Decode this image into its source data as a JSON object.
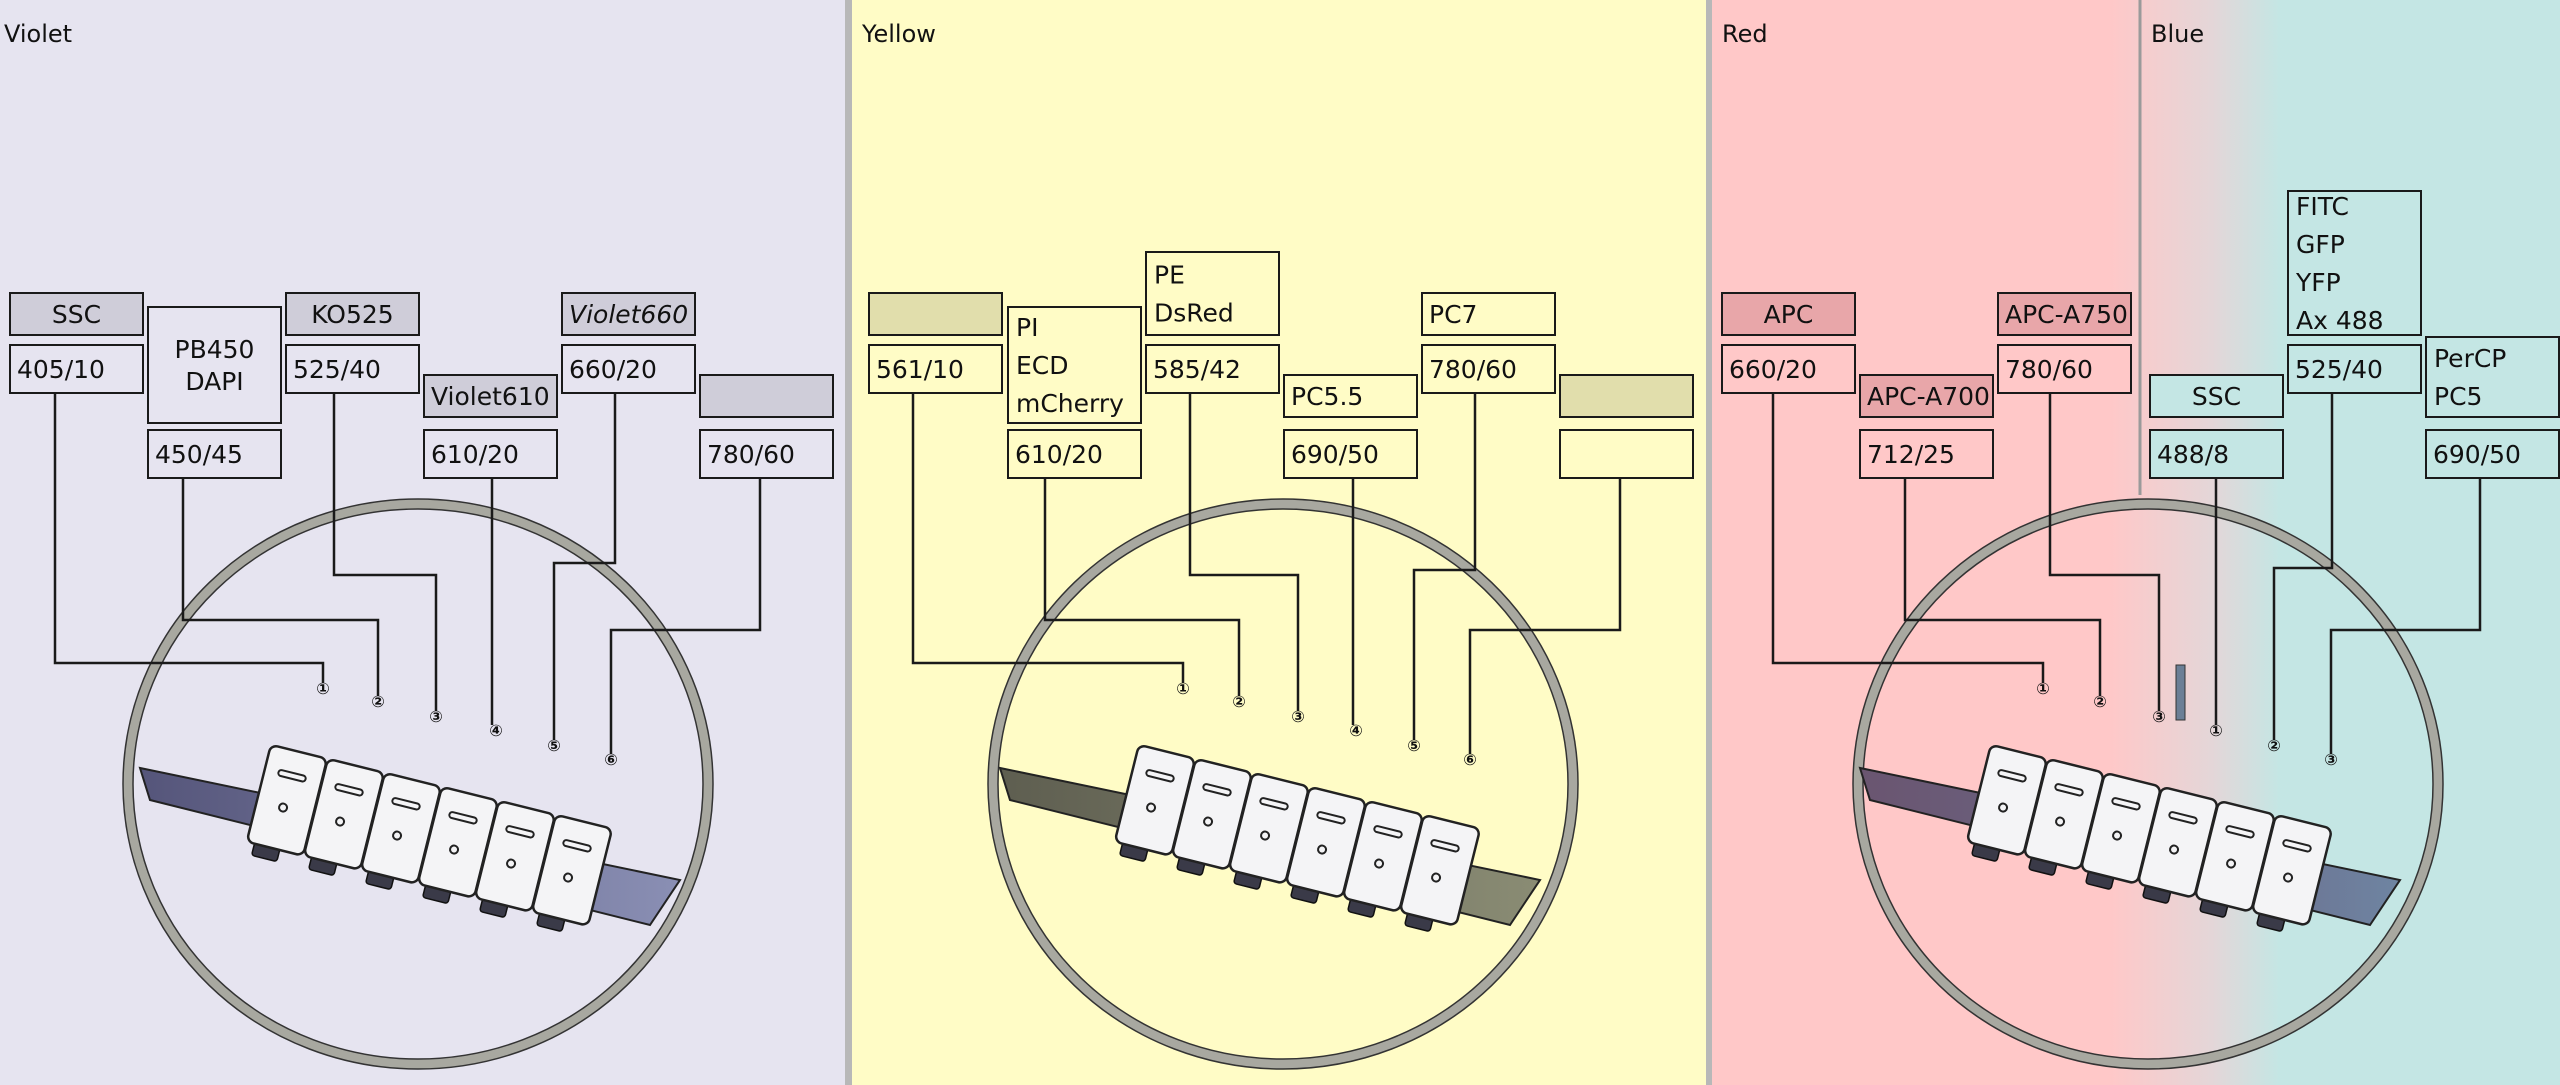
{
  "colors": {
    "violet_bg": "#e6e4f0",
    "yellow_bg": "#fffcc6",
    "red_bg": "#ffc8c8",
    "blue_bg": "#c4e6e4",
    "blank_violet_box": "#cfcdd9",
    "blank_yellow_box": "#e1deac",
    "leader_line": "#1a1a1a",
    "circle": "#a8a8a0"
  },
  "panels": [
    {
      "title": "Violet",
      "boxes": [
        {
          "lines": [
            "SSC"
          ],
          "filled": true
        },
        {
          "lines": [
            "405/10"
          ]
        },
        {
          "lines": [
            "PB450",
            "DAPI"
          ]
        },
        {
          "lines": [
            "450/45"
          ]
        },
        {
          "lines": [
            "KO525"
          ],
          "filled": true
        },
        {
          "lines": [
            "525/40"
          ]
        },
        {
          "lines": [
            "Violet610"
          ],
          "filled": true
        },
        {
          "lines": [
            "610/20"
          ]
        },
        {
          "lines": [
            "Violet660"
          ],
          "filled": true,
          "italic": true
        },
        {
          "lines": [
            "660/20"
          ]
        },
        {
          "lines": [],
          "filled": true
        },
        {
          "lines": [
            "780/60"
          ]
        }
      ],
      "numbers": [
        "①",
        "②",
        "③",
        "④",
        "⑤",
        "⑥"
      ]
    },
    {
      "title": "Yellow",
      "boxes": [
        {
          "lines": [],
          "filled": true
        },
        {
          "lines": [
            "561/10"
          ]
        },
        {
          "lines": [
            "PI",
            "ECD",
            "mCherry"
          ]
        },
        {
          "lines": [
            "610/20"
          ]
        },
        {
          "lines": [
            "PE",
            "DsRed"
          ]
        },
        {
          "lines": [
            "585/42"
          ]
        },
        {
          "lines": [
            "PC5.5"
          ]
        },
        {
          "lines": [
            "690/50"
          ]
        },
        {
          "lines": [
            "PC7"
          ]
        },
        {
          "lines": [
            "780/60"
          ]
        },
        {
          "lines": [],
          "filled": true
        },
        {
          "lines": []
        }
      ],
      "numbers": [
        "①",
        "②",
        "③",
        "④",
        "⑤",
        "⑥"
      ]
    },
    {
      "title": "Red",
      "boxes": [
        {
          "lines": [
            "APC"
          ],
          "filled": true
        },
        {
          "lines": [
            "660/20"
          ]
        },
        {
          "lines": [
            "APC-A700"
          ],
          "filled": true
        },
        {
          "lines": [
            "712/25"
          ]
        },
        {
          "lines": [
            "APC-A750"
          ],
          "filled": true
        },
        {
          "lines": [
            "780/60"
          ]
        }
      ],
      "numbers": [
        "①",
        "②",
        "③"
      ]
    },
    {
      "title": "Blue",
      "boxes": [
        {
          "lines": [
            "SSC"
          ]
        },
        {
          "lines": [
            "488/8"
          ]
        },
        {
          "lines": [
            "FITC",
            "GFP",
            "YFP",
            "Ax 488"
          ]
        },
        {
          "lines": [
            "525/40"
          ]
        },
        {
          "lines": [
            "PerCP",
            "PC5"
          ]
        },
        {
          "lines": [
            "690/50"
          ]
        }
      ],
      "numbers": [
        "①",
        "②",
        "③"
      ]
    }
  ]
}
